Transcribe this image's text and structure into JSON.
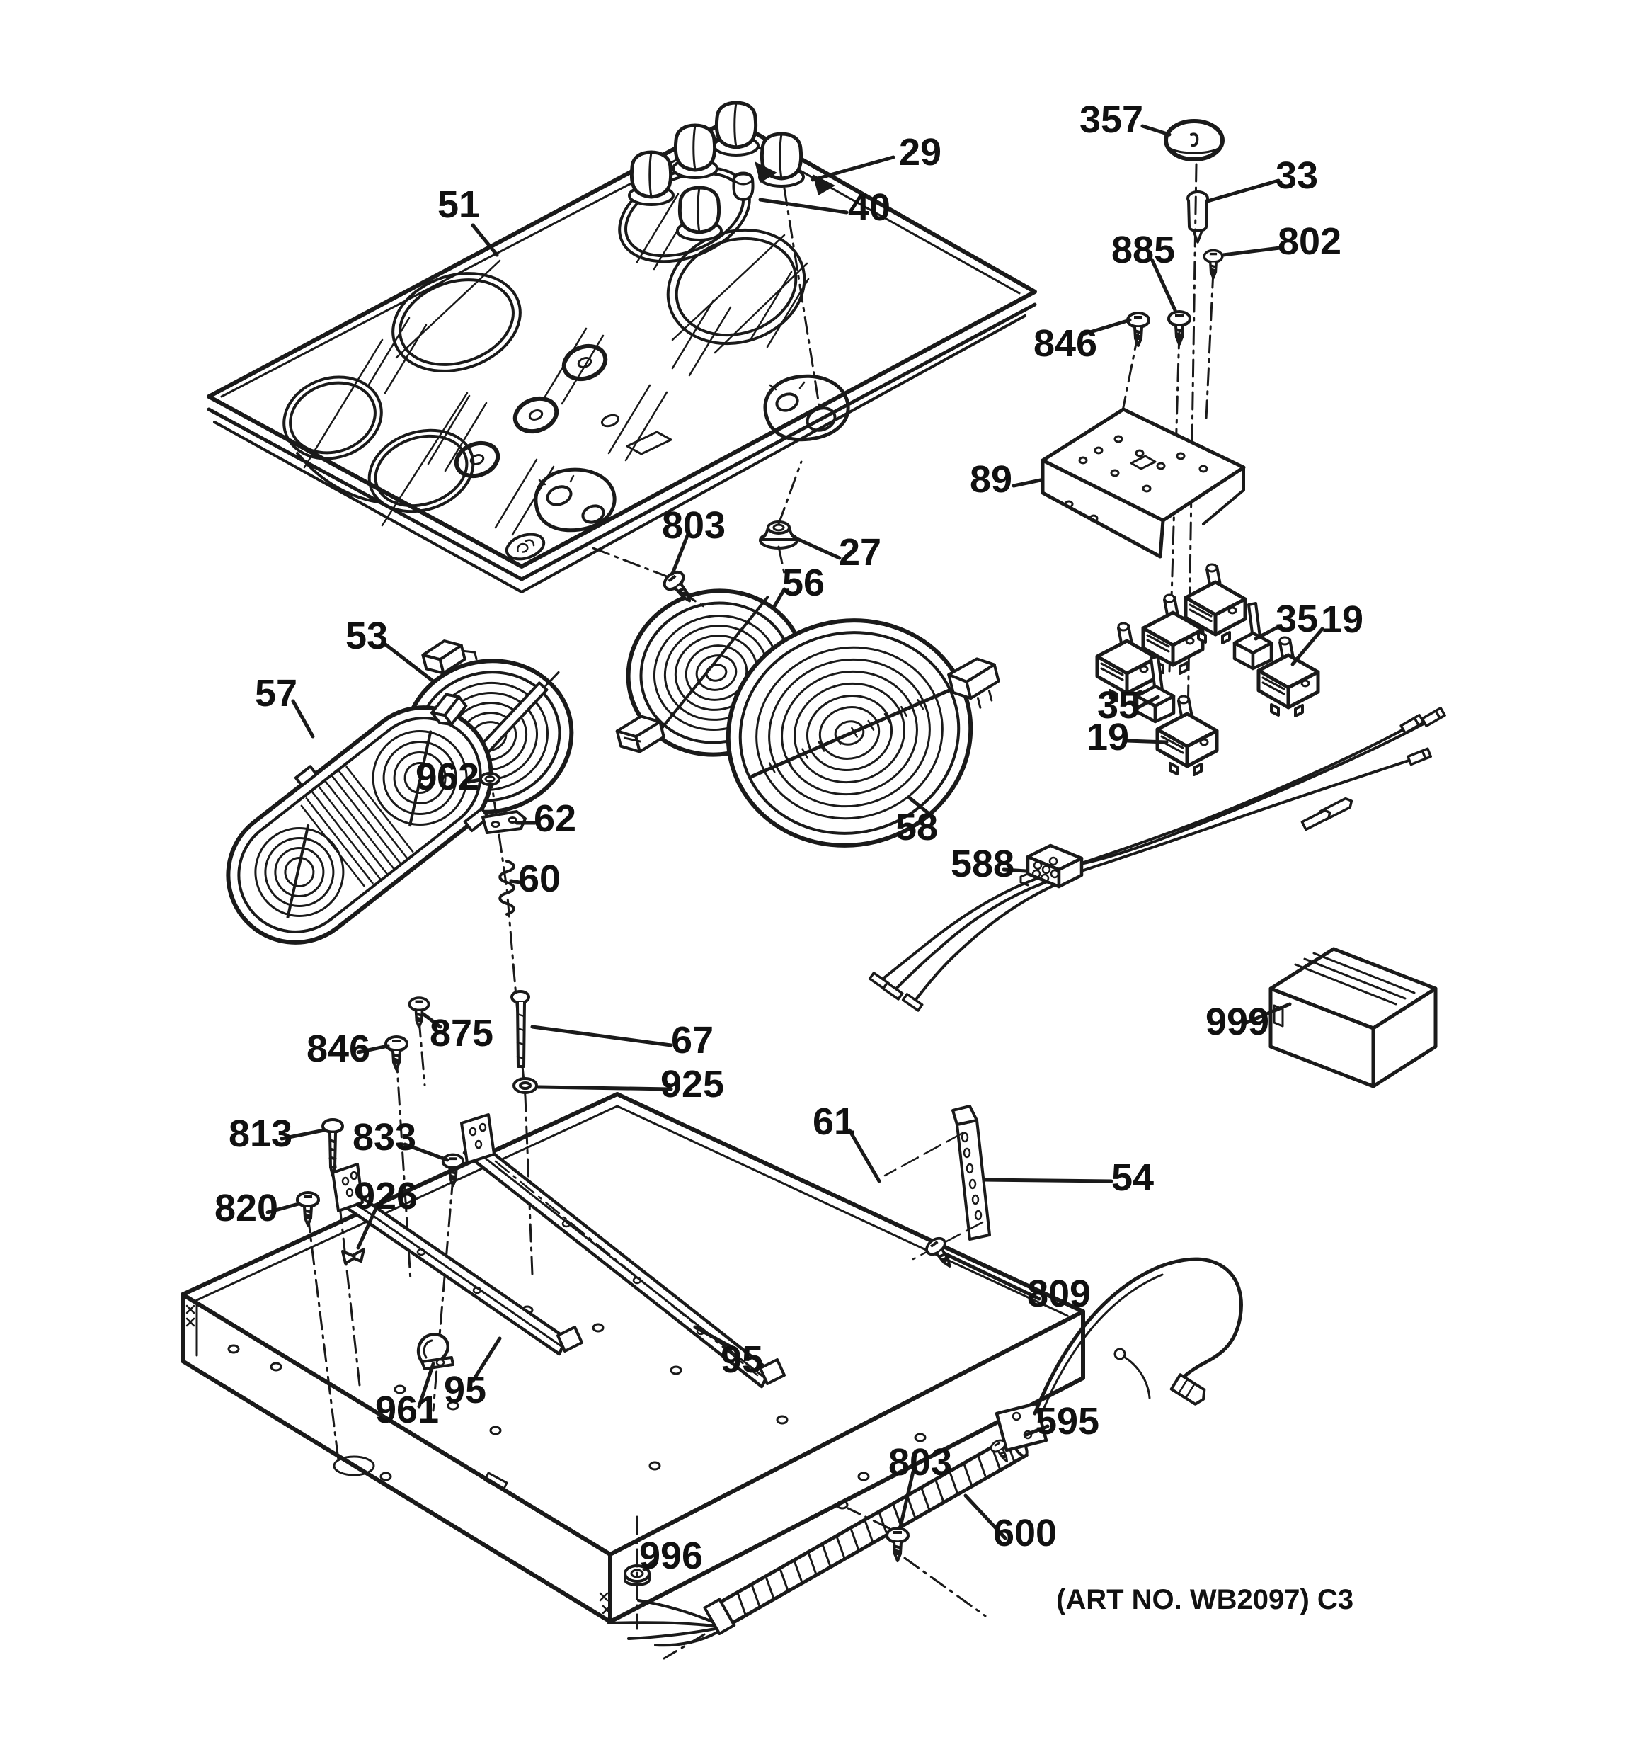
{
  "colors": {
    "ink": "#1a1a1a",
    "paper": "#ffffff"
  },
  "footer": {
    "art_no": "(ART NO. WB2097) C3"
  },
  "labels": [
    {
      "id": "51",
      "text": "51"
    },
    {
      "id": "29",
      "text": "29"
    },
    {
      "id": "40",
      "text": "40"
    },
    {
      "id": "357",
      "text": "357"
    },
    {
      "id": "33",
      "text": "33"
    },
    {
      "id": "885",
      "text": "885"
    },
    {
      "id": "802",
      "text": "802"
    },
    {
      "id": "846_top",
      "text": "846"
    },
    {
      "id": "89",
      "text": "89"
    },
    {
      "id": "803_top",
      "text": "803"
    },
    {
      "id": "27",
      "text": "27"
    },
    {
      "id": "56",
      "text": "56"
    },
    {
      "id": "53",
      "text": "53"
    },
    {
      "id": "57",
      "text": "57"
    },
    {
      "id": "35_right",
      "text": "35"
    },
    {
      "id": "19_right",
      "text": "19"
    },
    {
      "id": "35_left",
      "text": "35"
    },
    {
      "id": "19_bottom",
      "text": "19"
    },
    {
      "id": "58",
      "text": "58"
    },
    {
      "id": "962",
      "text": "962"
    },
    {
      "id": "62",
      "text": "62"
    },
    {
      "id": "60",
      "text": "60"
    },
    {
      "id": "875",
      "text": "875"
    },
    {
      "id": "67",
      "text": "67"
    },
    {
      "id": "846_bottom",
      "text": "846"
    },
    {
      "id": "925",
      "text": "925"
    },
    {
      "id": "813",
      "text": "813"
    },
    {
      "id": "833",
      "text": "833"
    },
    {
      "id": "926",
      "text": "926"
    },
    {
      "id": "820",
      "text": "820"
    },
    {
      "id": "61",
      "text": "61"
    },
    {
      "id": "54",
      "text": "54"
    },
    {
      "id": "588",
      "text": "588"
    },
    {
      "id": "999",
      "text": "999"
    },
    {
      "id": "809",
      "text": "809"
    },
    {
      "id": "961",
      "text": "961"
    },
    {
      "id": "95_left",
      "text": "95"
    },
    {
      "id": "95_right",
      "text": "95"
    },
    {
      "id": "595",
      "text": "595"
    },
    {
      "id": "803_bottom",
      "text": "803"
    },
    {
      "id": "600",
      "text": "600"
    },
    {
      "id": "996",
      "text": "996"
    }
  ]
}
